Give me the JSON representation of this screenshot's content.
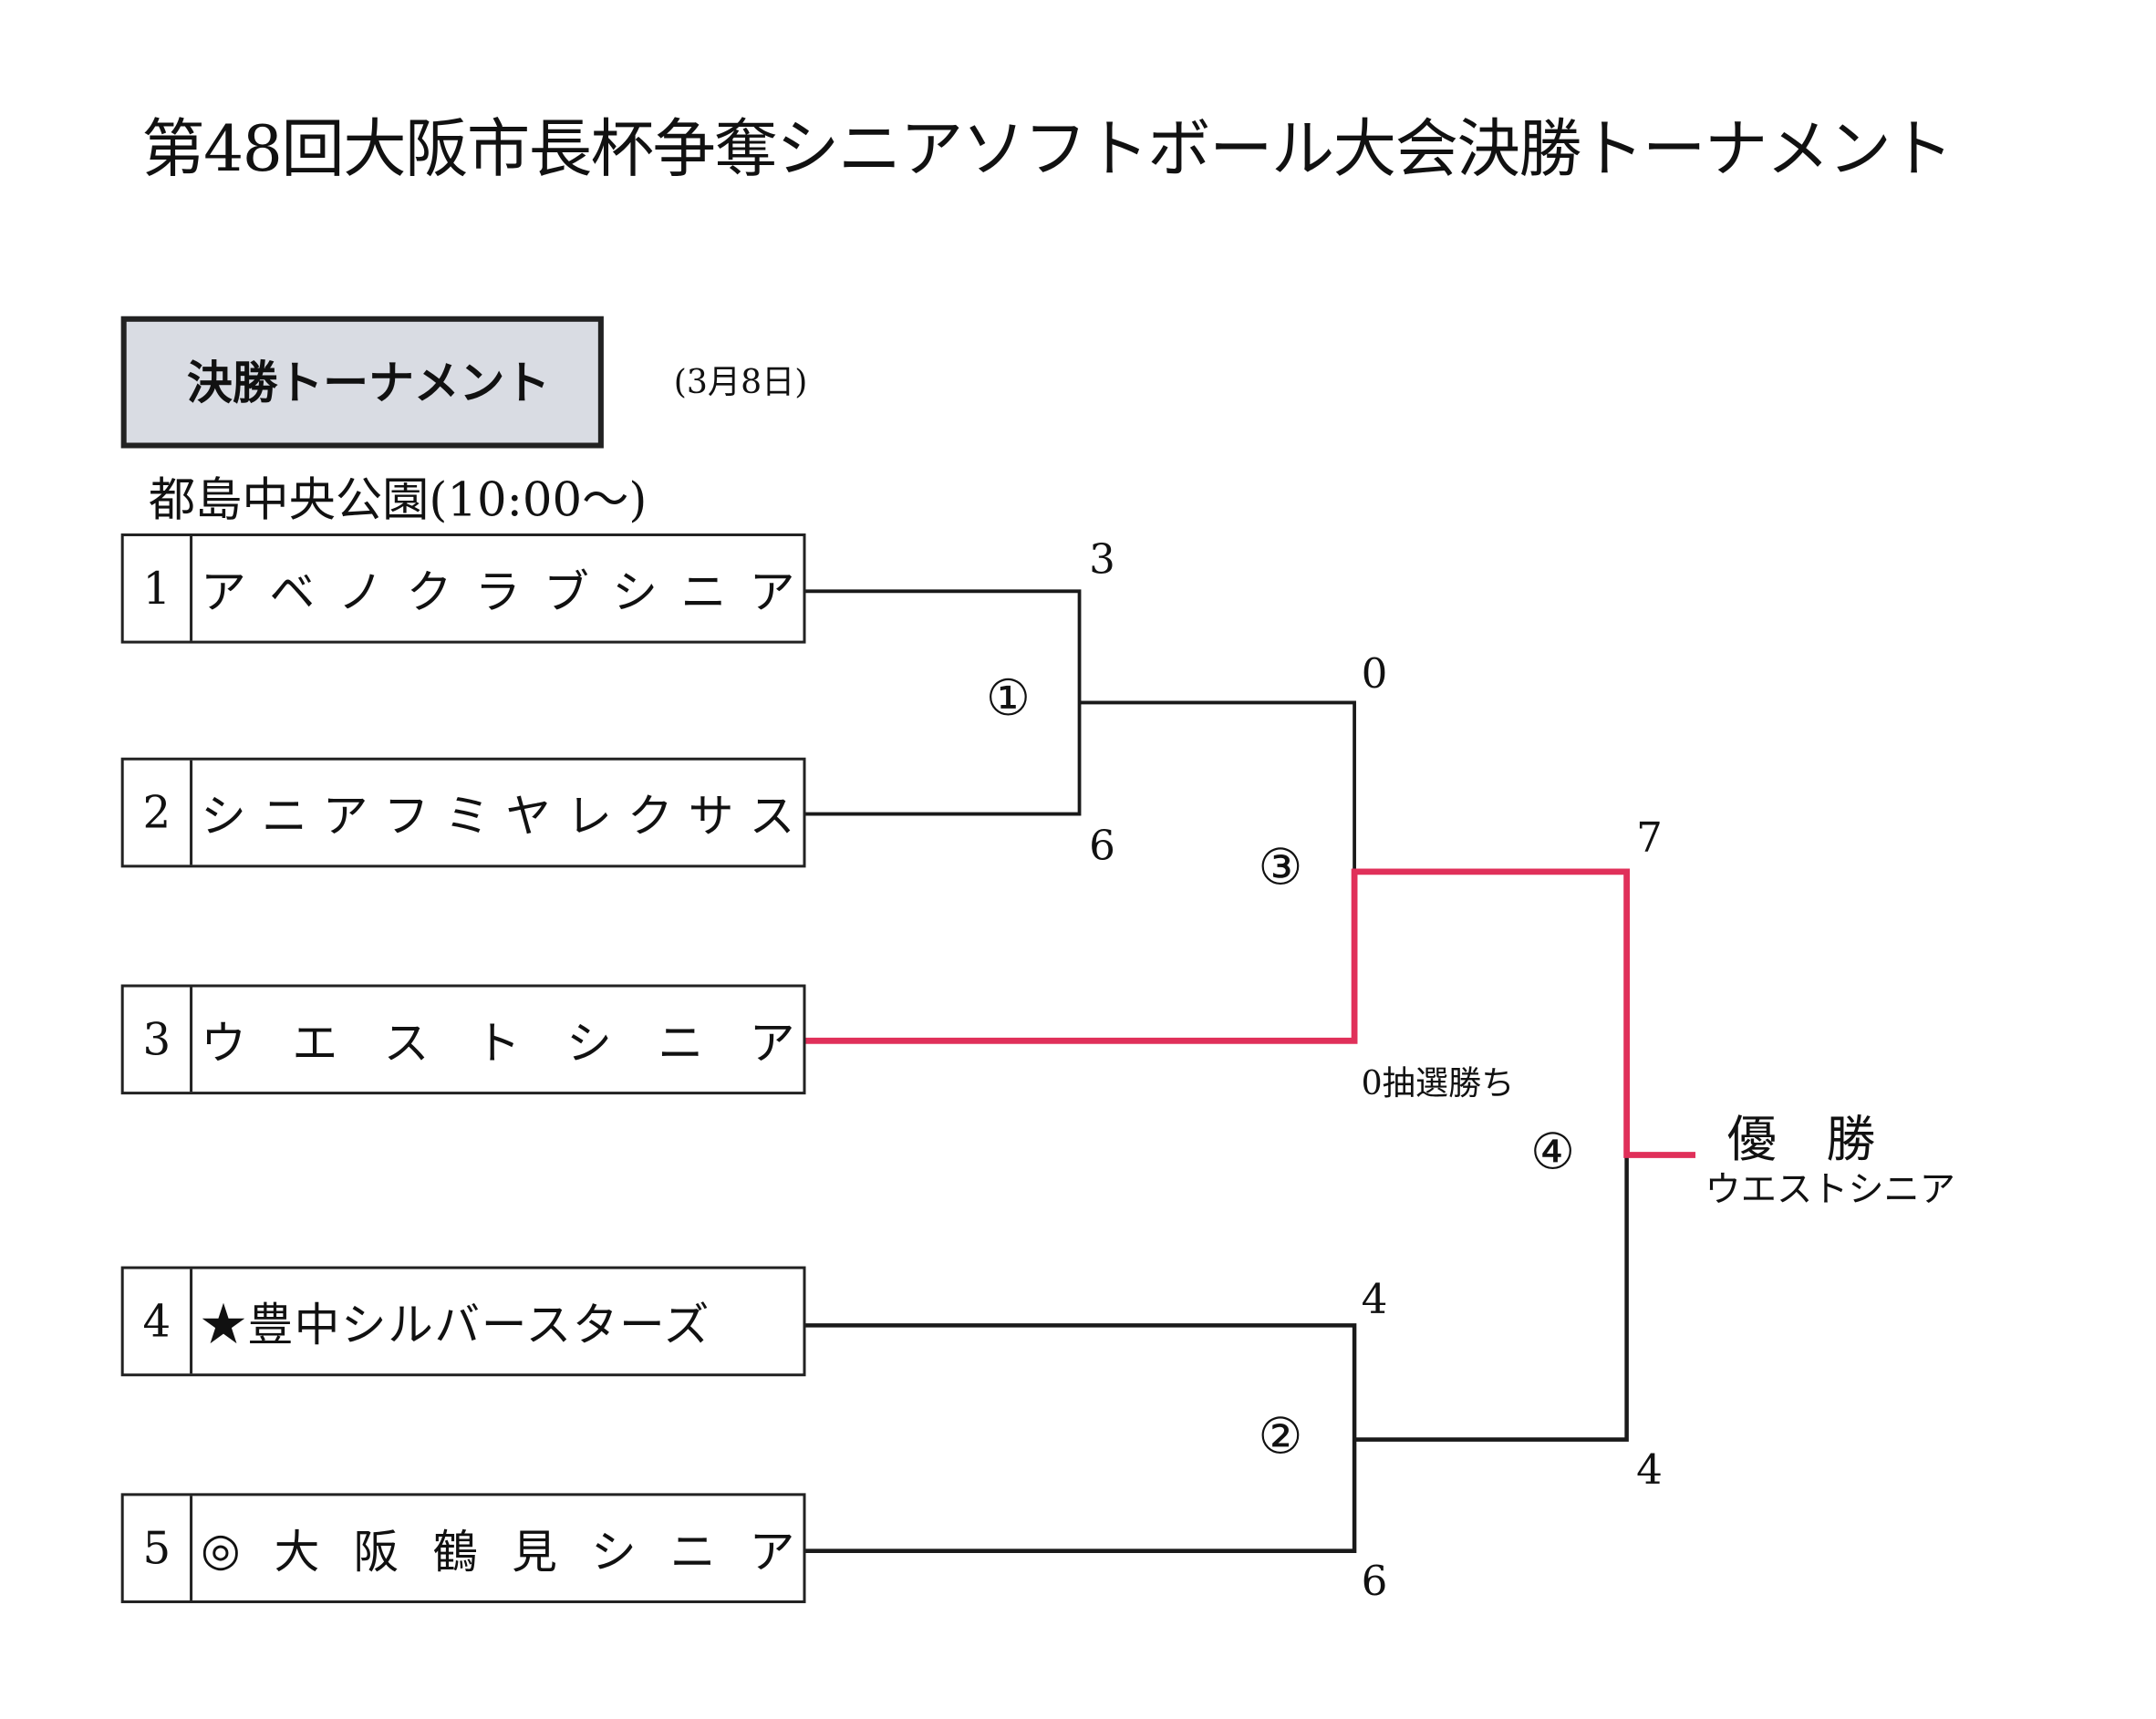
{
  "title": "第48回大阪市長杯争奪シニアソフトボール大会決勝トーナメント",
  "section_label": "決勝トーナメント",
  "date": "(3月8日)",
  "venue": "都島中央公園(10:00～)",
  "teams": [
    {
      "seed": "1",
      "name": "アベノクラブシニア"
    },
    {
      "seed": "2",
      "name": "シニアフミヤレクサス"
    },
    {
      "seed": "3",
      "name": "ウエストシニア"
    },
    {
      "seed": "4",
      "name": "★豊中シルバースターズ"
    },
    {
      "seed": "5",
      "name": "◎大阪鶴見シニア"
    }
  ],
  "matches": [
    {
      "id": "①",
      "score_top": "3",
      "score_bottom": "6"
    },
    {
      "id": "②",
      "score_top": "4",
      "score_bottom": "6"
    },
    {
      "id": "③",
      "score_top": "0",
      "score_bottom": "0抽選勝ち"
    },
    {
      "id": "④",
      "score_top": "7",
      "score_bottom": "4"
    }
  ],
  "champion": {
    "label": "優　勝",
    "team": "ウエストシニア"
  },
  "colors": {
    "winner_line": "#e0305a",
    "line": "#1a1a1a",
    "header_bg": "#d9dce3"
  }
}
